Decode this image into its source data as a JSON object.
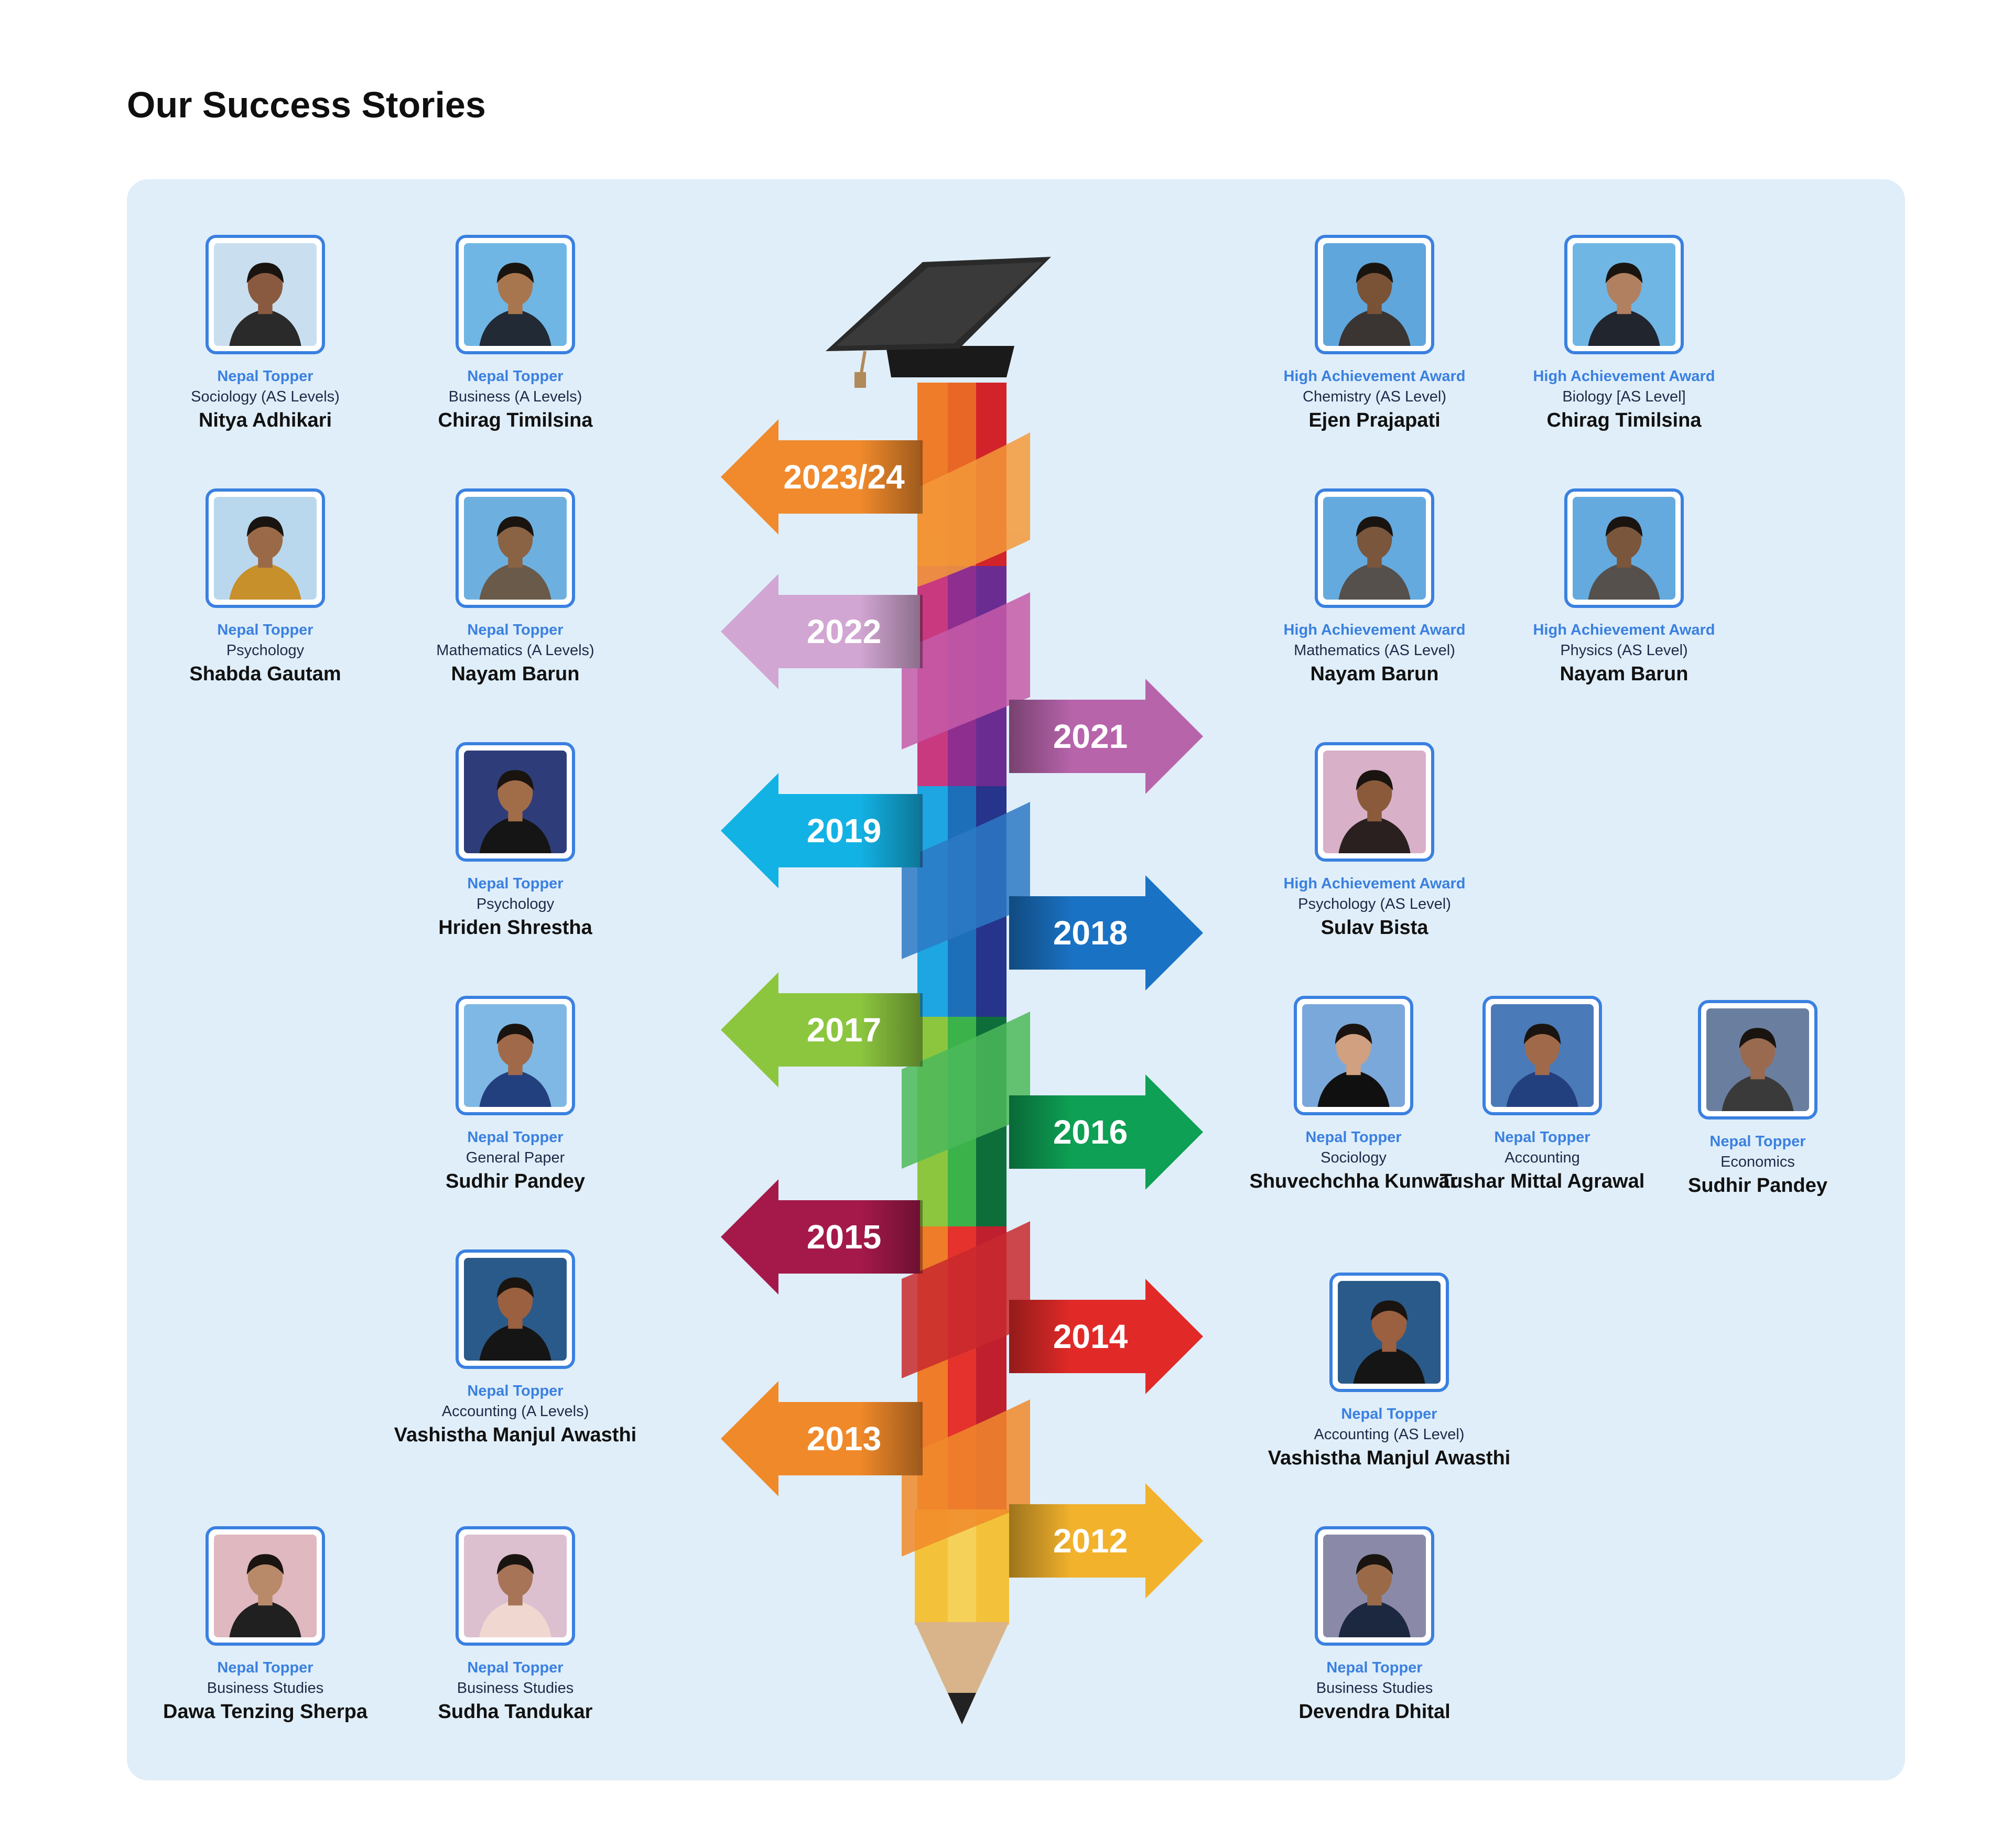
{
  "page": {
    "title": "Our Success Stories"
  },
  "colors": {
    "panel_background": "#e0eef9",
    "photo_border": "#3a80e0",
    "award_text": "#3a80e0"
  },
  "timeline": {
    "years": [
      {
        "label": "2023/24",
        "side": "left",
        "color": "#f08a2c"
      },
      {
        "label": "2022",
        "side": "left",
        "color": "#d2a6d2"
      },
      {
        "label": "2021",
        "side": "right",
        "color": "#b764ab"
      },
      {
        "label": "2019",
        "side": "left",
        "color": "#13b2e4"
      },
      {
        "label": "2018",
        "side": "right",
        "color": "#1a72c4"
      },
      {
        "label": "2017",
        "side": "left",
        "color": "#8cc63f"
      },
      {
        "label": "2016",
        "side": "right",
        "color": "#0ea054"
      },
      {
        "label": "2015",
        "side": "left",
        "color": "#a5194a"
      },
      {
        "label": "2014",
        "side": "right",
        "color": "#e12a28"
      },
      {
        "label": "2013",
        "side": "left",
        "color": "#f0892a"
      },
      {
        "label": "2012",
        "side": "right",
        "color": "#f2b22c"
      }
    ]
  },
  "stories": [
    {
      "award": "Nepal Topper",
      "subject": "Sociology (AS Levels)",
      "name": "Nitya Adhikari"
    },
    {
      "award": "Nepal Topper",
      "subject": "Business (A Levels)",
      "name": "Chirag Timilsina"
    },
    {
      "award": "High Achievement Award",
      "subject": "Chemistry (AS Level)",
      "name": "Ejen Prajapati"
    },
    {
      "award": "High Achievement Award",
      "subject": "Biology [AS Level]",
      "name": "Chirag Timilsina"
    },
    {
      "award": "Nepal Topper",
      "subject": "Psychology",
      "name": "Shabda Gautam"
    },
    {
      "award": "Nepal Topper",
      "subject": "Mathematics (A Levels)",
      "name": "Nayam Barun"
    },
    {
      "award": "High Achievement Award",
      "subject": "Mathematics (AS Level)",
      "name": "Nayam Barun"
    },
    {
      "award": "High Achievement Award",
      "subject": "Physics (AS Level)",
      "name": "Nayam Barun"
    },
    {
      "award": "Nepal Topper",
      "subject": "Psychology",
      "name": "Hriden Shrestha"
    },
    {
      "award": "High Achievement Award",
      "subject": "Psychology (AS Level)",
      "name": "Sulav Bista"
    },
    {
      "award": "Nepal Topper",
      "subject": "General Paper",
      "name": "Sudhir Pandey"
    },
    {
      "award": "Nepal Topper",
      "subject": "Sociology",
      "name": "Shuvechchha Kunwar"
    },
    {
      "award": "Nepal Topper",
      "subject": "Accounting",
      "name": "Tushar Mittal Agrawal"
    },
    {
      "award": "Nepal Topper",
      "subject": "Economics",
      "name": "Sudhir Pandey"
    },
    {
      "award": "Nepal Topper",
      "subject": "Accounting (A Levels)",
      "name": "Vashistha Manjul Awasthi"
    },
    {
      "award": "Nepal Topper",
      "subject": "Accounting (AS Level)",
      "name": "Vashistha Manjul Awasthi"
    },
    {
      "award": "Nepal Topper",
      "subject": "Business Studies",
      "name": "Dawa Tenzing Sherpa"
    },
    {
      "award": "Nepal Topper",
      "subject": "Business Studies",
      "name": "Sudha Tandukar"
    },
    {
      "award": "Nepal Topper",
      "subject": "Business Studies",
      "name": "Devendra Dhital"
    }
  ]
}
